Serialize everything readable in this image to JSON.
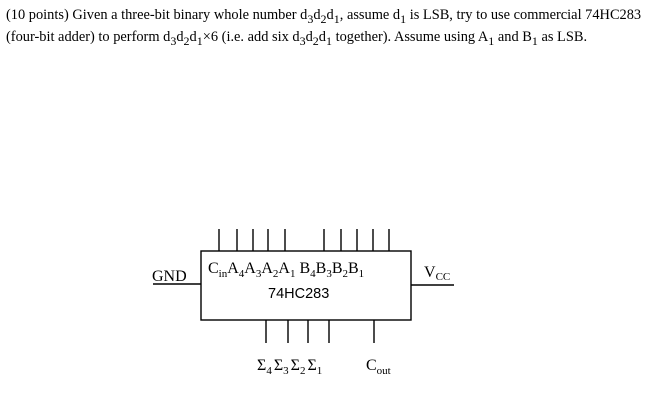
{
  "question": {
    "points": "(10 points)",
    "body_1": " Given a three-bit binary whole number d",
    "body_2": "d",
    "body_3": "d",
    "body_4": ", assume d",
    "body_5": " is LSB, try to use commercial 74HC283 (four-bit adder) to perform d",
    "body_6": "d",
    "body_7": "d",
    "body_8": "×6 (i.e. add six d",
    "body_9": "d",
    "body_10": "d",
    "body_11": " together). Assume using A",
    "body_12": " and B",
    "body_13": " as LSB.",
    "sub_3": "3",
    "sub_2": "2",
    "sub_1": "1"
  },
  "diagram": {
    "chip_name": "74HC283",
    "gnd_label": "GND",
    "vcc_main": "V",
    "vcc_sub": "CC",
    "cin_main": "C",
    "cin_sub": "in",
    "inputs": [
      {
        "main": "A",
        "sub": "4"
      },
      {
        "main": "A",
        "sub": "3"
      },
      {
        "main": "A",
        "sub": "2"
      },
      {
        "main": "A",
        "sub": "1"
      },
      {
        "main": "B",
        "sub": "4"
      },
      {
        "main": "B",
        "sub": "3"
      },
      {
        "main": "B",
        "sub": "2"
      },
      {
        "main": "B",
        "sub": "1"
      }
    ],
    "outputs": [
      {
        "main": "Σ",
        "sub": "4"
      },
      {
        "main": "Σ",
        "sub": "3"
      },
      {
        "main": "Σ",
        "sub": "2"
      },
      {
        "main": "Σ",
        "sub": "1"
      }
    ],
    "cout_main": "C",
    "cout_sub": "out"
  }
}
